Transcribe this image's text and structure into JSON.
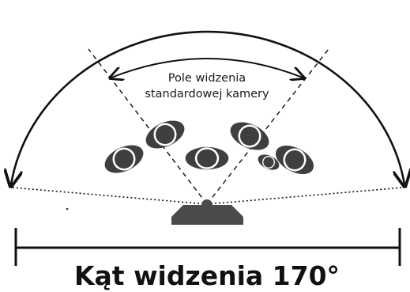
{
  "diagram": {
    "standard_fov_label_line1": "Pole widzenia",
    "standard_fov_label_line2": "standardowej kamery",
    "wide_angle_title": "Kąt widzenia 170°"
  },
  "colors": {
    "stroke": "#111111",
    "eye_fill": "#3f3f3f",
    "camera_fill": "#4a4a4a",
    "background": "#ffffff"
  },
  "icons": [
    "camera-icon",
    "eye-icon"
  ]
}
